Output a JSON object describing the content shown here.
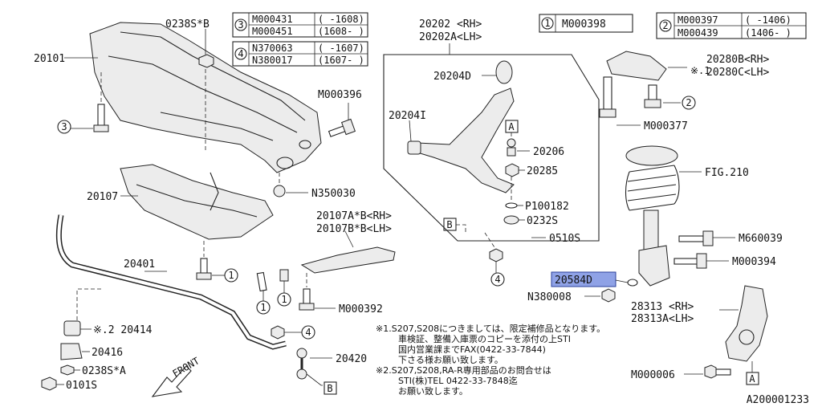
{
  "diagram": {
    "doc_code": "A200001233",
    "front_marker": "FRONT",
    "labels": {
      "crossmember": "20101",
      "bolt_0238SB": "0238S*B",
      "bolt_M000396": "M000396",
      "nut_N350030": "N350030",
      "bracket_20107": "20107",
      "support_rh": "20107A*B<RH>",
      "support_lh": "20107B*B<LH>",
      "stabilizer": "20401",
      "bolt_M000392": "M000392",
      "bush_20414": "※.2 20414",
      "clamp_20416": "20416",
      "nut_0238SA": "0238S*A",
      "bolt_0101S": "0101S",
      "link_20420": "20420",
      "arm_rh": "20202 <RH>",
      "arm_lh": "20202A<LH>",
      "bush_20204D": "20204D",
      "bush_20204I": "20204I",
      "joint_20206": "20206",
      "nut_20285": "20285",
      "pin_P100182": "P100182",
      "washer_0232S": "0232S",
      "pin_0510S": "0510S",
      "mount_rh": "20280B<RH>",
      "mount_lh": "20280C<LH>",
      "mount_note": "※.1",
      "bolt_M000377": "M000377",
      "strut_ref": "FIG.210",
      "bolt_M660039": "M660039",
      "bolt_M000394": "M000394",
      "washer_20584D": "20584D",
      "nut_N380008": "N380008",
      "knuckle_rh": "28313 <RH>",
      "knuckle_lh": "28313A<LH>",
      "bolt_M000006": "M000006"
    },
    "callout_marks": {
      "c1": "1",
      "c2": "2",
      "c3": "3",
      "c4": "4",
      "ref_a": "A",
      "ref_b": "B"
    },
    "tables": {
      "table3": {
        "key": "3",
        "rows": [
          {
            "part": "M000431",
            "range": "( -1608)"
          },
          {
            "part": "M000451",
            "range": "(1608- )"
          }
        ]
      },
      "table4": {
        "key": "4",
        "rows": [
          {
            "part": "N370063",
            "range": "( -1607)"
          },
          {
            "part": "N380017",
            "range": "(1607- )"
          }
        ]
      },
      "table1": {
        "key": "1",
        "rows": [
          {
            "part": "M000398",
            "range": ""
          }
        ]
      },
      "table2": {
        "key": "2",
        "rows": [
          {
            "part": "M000397",
            "range": "( -1406)"
          },
          {
            "part": "M000439",
            "range": "(1406- )"
          }
        ]
      }
    },
    "notes": [
      "※1.S207,S208につきましては、限定補修品となります。",
      "車検証、整備入庫票のコピーを添付の上STI",
      "国内営業課までFAX(0422-33-7844)",
      "下さる様お願い致します。",
      "※2.S207,S208,RA-R専用部品のお問合せは",
      "STI(株)TEL 0422-33-7848迄",
      "お願い致します。"
    ],
    "colors": {
      "highlight": "#8fa2e6",
      "line": "#222222",
      "background": "#ffffff"
    }
  }
}
